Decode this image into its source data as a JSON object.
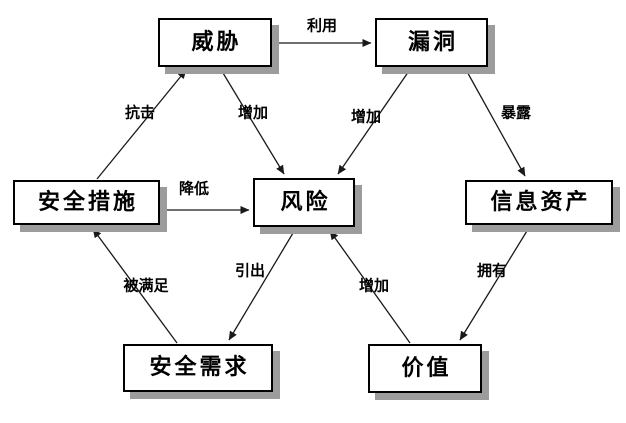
{
  "diagram": {
    "description": "Information security risk relationship diagram",
    "colors": {
      "background": "#ffffff",
      "box_fill": "#ffffff",
      "box_border": "#000000",
      "box_shadow": "#9c9c9c",
      "line": "#1a1a1a",
      "text": "#000000"
    },
    "nodes": {
      "threat": {
        "label": "威胁"
      },
      "vulnerability": {
        "label": "漏洞"
      },
      "security_measures": {
        "label": "安全措施"
      },
      "risk": {
        "label": "风险"
      },
      "information_assets": {
        "label": "信息资产"
      },
      "security_requirements": {
        "label": "安全需求"
      },
      "value": {
        "label": "价值"
      }
    },
    "edges": {
      "exploit": {
        "from": "threat",
        "to": "vulnerability",
        "label": "利用"
      },
      "resist": {
        "from": "security_measures",
        "to": "threat",
        "label": "抗击"
      },
      "increase_by_threat": {
        "from": "threat",
        "to": "risk",
        "label": "增加"
      },
      "increase_by_vulnerability": {
        "from": "vulnerability",
        "to": "risk",
        "label": "增加"
      },
      "expose": {
        "from": "vulnerability",
        "to": "information_assets",
        "label": "暴露"
      },
      "reduce": {
        "from": "security_measures",
        "to": "risk",
        "label": "降低"
      },
      "be_satisfied": {
        "from": "security_requirements",
        "to": "security_measures",
        "label": "被满足"
      },
      "derive": {
        "from": "risk",
        "to": "security_requirements",
        "label": "引出"
      },
      "increase_by_value": {
        "from": "value",
        "to": "risk",
        "label": "增加"
      },
      "own": {
        "from": "information_assets",
        "to": "value",
        "label": "拥有"
      }
    }
  }
}
